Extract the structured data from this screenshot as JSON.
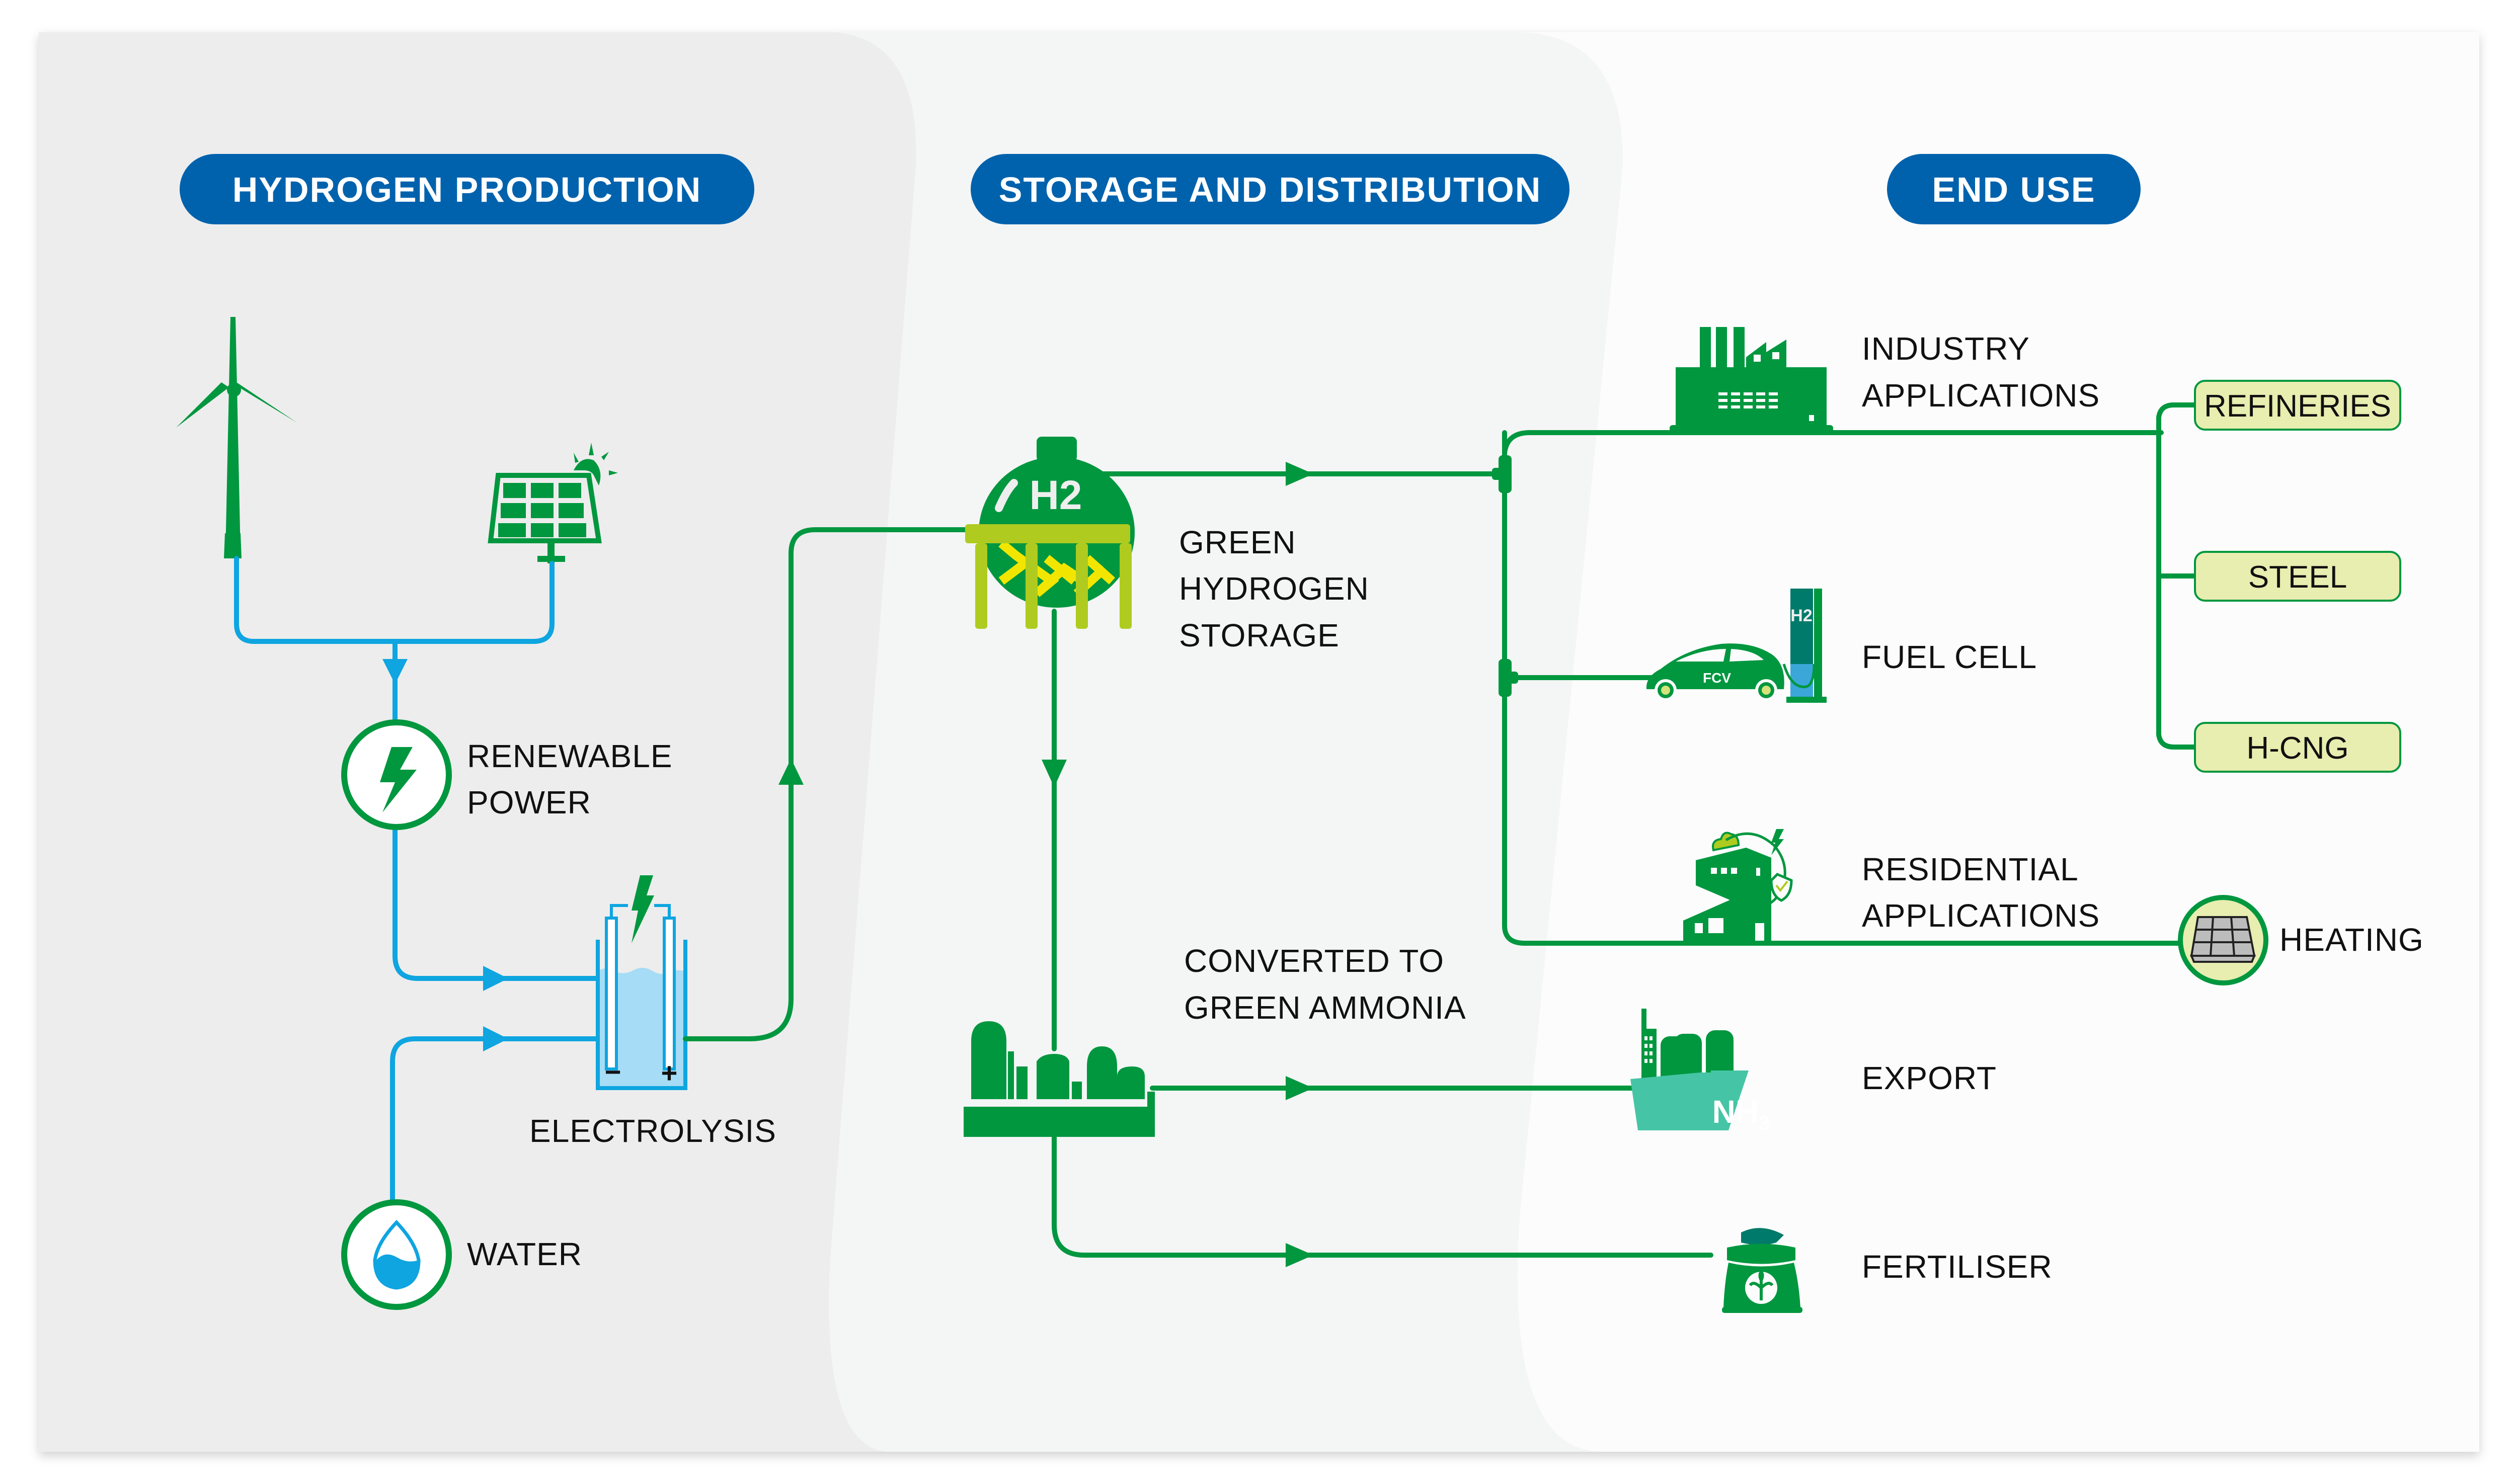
{
  "colors": {
    "brand_blue": "#0062ad",
    "green": "#00973f",
    "light_green": "#afcb1f",
    "yellow": "#f2e600",
    "water_blue": "#0ea5e0",
    "tag_fill": "#e8edb0",
    "teal": "#45c5a5"
  },
  "sections": [
    {
      "id": "production",
      "title": "HYDROGEN PRODUCTION"
    },
    {
      "id": "storage",
      "title": "STORAGE AND DISTRIBUTION"
    },
    {
      "id": "end_use",
      "title": "END USE"
    }
  ],
  "production": {
    "sources": [
      {
        "icon": "wind-turbine-icon"
      },
      {
        "icon": "solar-panel-icon"
      }
    ],
    "renewable_power": {
      "line1": "RENEWABLE",
      "line2": "POWER",
      "icon": "lightning-bolt-icon"
    },
    "electrolysis": {
      "label": "ELECTROLYSIS",
      "icon": "electrolysis-cell-icon",
      "minus": "−",
      "plus": "+"
    },
    "water": {
      "label": "WATER",
      "icon": "water-drop-icon"
    }
  },
  "storage": {
    "tank": {
      "line1": "GREEN",
      "line2": "HYDROGEN",
      "line3": "STORAGE",
      "icon": "hydrogen-tank-icon",
      "badge": "H2"
    },
    "ammonia": {
      "line1": "CONVERTED TO",
      "line2": "GREEN AMMONIA",
      "icon": "ammonia-plant-icon"
    }
  },
  "end_use": {
    "industry": {
      "line1": "INDUSTRY",
      "line2": "APPLICATIONS",
      "icon": "factory-icon"
    },
    "fuel_cell": {
      "label": "FUEL CELL",
      "icon": "fuel-cell-car-icon",
      "car_text": "FCV",
      "pump_text": "H2"
    },
    "residential": {
      "line1": "RESIDENTIAL",
      "line2": "APPLICATIONS",
      "icon": "house-icon"
    },
    "heating": {
      "label": "HEATING",
      "icon": "heating-panel-icon"
    },
    "export": {
      "label": "EXPORT",
      "icon": "ammonia-ship-icon",
      "ship_text": "NH",
      "ship_sub": "3"
    },
    "fertiliser": {
      "label": "FERTILISER",
      "icon": "fertiliser-bag-icon"
    },
    "industry_tags": [
      "REFINERIES",
      "STEEL",
      "H-CNG"
    ]
  }
}
